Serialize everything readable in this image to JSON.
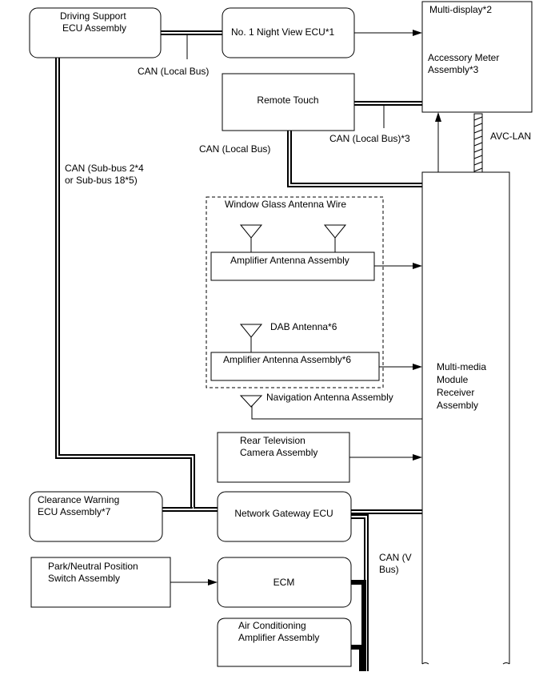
{
  "nodes": {
    "driving_support": [
      "Driving Support",
      "ECU Assembly"
    ],
    "night_view": [
      "No. 1 Night View ECU*1"
    ],
    "multi_display": [
      "Multi-display*2"
    ],
    "accessory_meter": [
      "Accessory Meter",
      "Assembly*3"
    ],
    "remote_touch": [
      "Remote Touch"
    ],
    "window_glass": [
      "Window Glass Antenna Wire"
    ],
    "amp_antenna": [
      "Amplifier Antenna Assembly"
    ],
    "dab_antenna": [
      "DAB Antenna*6"
    ],
    "amp_antenna6": [
      "Amplifier Antenna Assembly*6"
    ],
    "nav_antenna": [
      "Navigation Antenna Assembly"
    ],
    "multimedia": [
      "Multi-media",
      "Module",
      "Receiver",
      "Assembly"
    ],
    "rear_tv": [
      "Rear Television",
      "Camera Assembly"
    ],
    "clearance": [
      "Clearance Warning",
      "ECU Assembly*7"
    ],
    "gateway": [
      "Network Gateway ECU"
    ],
    "park_neutral": [
      "Park/Neutral Position",
      "Switch Assembly"
    ],
    "ecm": [
      "ECM"
    ],
    "air_cond": [
      "Air Conditioning",
      "Amplifier Assembly"
    ]
  },
  "connections": {
    "can_local_1": [
      "CAN (Local Bus)"
    ],
    "can_local_2": [
      "CAN (Local Bus)"
    ],
    "can_local_3": [
      "CAN (Local Bus)*3"
    ],
    "avc_lan": [
      "AVC-LAN"
    ],
    "can_sub": [
      "CAN (Sub-bus 2*4",
      "or Sub-bus 18*5)"
    ],
    "can_v": [
      "CAN (V",
      "Bus)"
    ]
  }
}
